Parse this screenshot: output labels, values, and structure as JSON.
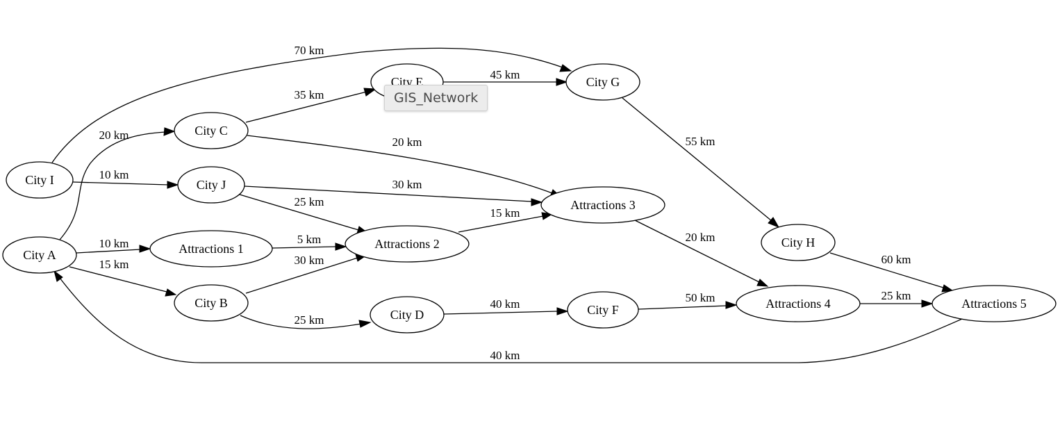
{
  "tooltip": {
    "text": "GIS_Network"
  },
  "graph": {
    "nodes": [
      {
        "id": "city_a",
        "label": "City A"
      },
      {
        "id": "city_b",
        "label": "City B"
      },
      {
        "id": "city_c",
        "label": "City C"
      },
      {
        "id": "city_d",
        "label": "City D"
      },
      {
        "id": "city_e",
        "label": "City E"
      },
      {
        "id": "city_f",
        "label": "City F"
      },
      {
        "id": "city_g",
        "label": "City G"
      },
      {
        "id": "city_h",
        "label": "City H"
      },
      {
        "id": "city_i",
        "label": "City I"
      },
      {
        "id": "city_j",
        "label": "City J"
      },
      {
        "id": "attractions_1",
        "label": "Attractions 1"
      },
      {
        "id": "attractions_2",
        "label": "Attractions 2"
      },
      {
        "id": "attractions_3",
        "label": "Attractions 3"
      },
      {
        "id": "attractions_4",
        "label": "Attractions 4"
      },
      {
        "id": "attractions_5",
        "label": "Attractions 5"
      }
    ],
    "edges": [
      {
        "id": "a_c",
        "from": "city_a",
        "to": "city_c",
        "label": "20 km"
      },
      {
        "id": "a_att1",
        "from": "city_a",
        "to": "attractions_1",
        "label": "10 km"
      },
      {
        "id": "a_b",
        "from": "city_a",
        "to": "city_b",
        "label": "15 km"
      },
      {
        "id": "i_g",
        "from": "city_i",
        "to": "city_g",
        "label": "70 km"
      },
      {
        "id": "i_j",
        "from": "city_i",
        "to": "city_j",
        "label": "10 km"
      },
      {
        "id": "c_e",
        "from": "city_c",
        "to": "city_e",
        "label": "35 km"
      },
      {
        "id": "c_att3",
        "from": "city_c",
        "to": "attractions_3",
        "label": "20 km"
      },
      {
        "id": "e_g",
        "from": "city_e",
        "to": "city_g",
        "label": "45 km"
      },
      {
        "id": "j_att3",
        "from": "city_j",
        "to": "attractions_3",
        "label": "30 km"
      },
      {
        "id": "j_att2",
        "from": "city_j",
        "to": "attractions_2",
        "label": "25 km"
      },
      {
        "id": "att1_att2",
        "from": "attractions_1",
        "to": "attractions_2",
        "label": "5 km"
      },
      {
        "id": "b_att2",
        "from": "city_b",
        "to": "attractions_2",
        "label": "30 km"
      },
      {
        "id": "b_d",
        "from": "city_b",
        "to": "city_d",
        "label": "25 km"
      },
      {
        "id": "att2_att3",
        "from": "attractions_2",
        "to": "attractions_3",
        "label": "15 km"
      },
      {
        "id": "g_h",
        "from": "city_g",
        "to": "city_h",
        "label": "55 km"
      },
      {
        "id": "att3_att4",
        "from": "attractions_3",
        "to": "attractions_4",
        "label": "20 km"
      },
      {
        "id": "d_f",
        "from": "city_d",
        "to": "city_f",
        "label": "40 km"
      },
      {
        "id": "f_att4",
        "from": "city_f",
        "to": "attractions_4",
        "label": "50 km"
      },
      {
        "id": "h_att5",
        "from": "city_h",
        "to": "attractions_5",
        "label": "60 km"
      },
      {
        "id": "att4_att5",
        "from": "attractions_4",
        "to": "attractions_5",
        "label": "25 km"
      },
      {
        "id": "att5_a",
        "from": "attractions_5",
        "to": "city_a",
        "label": "40 km"
      }
    ]
  }
}
